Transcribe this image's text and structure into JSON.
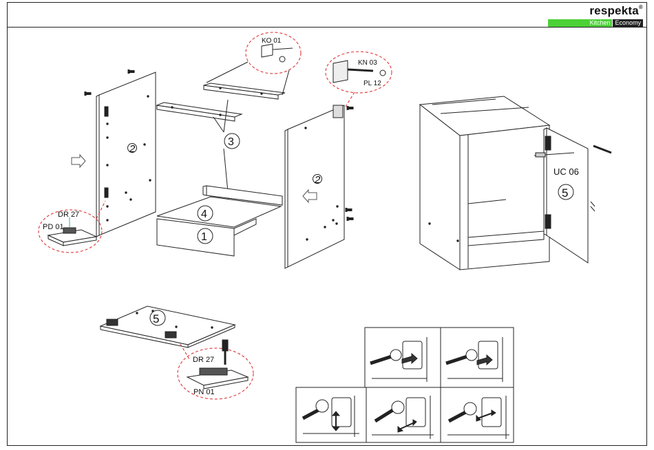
{
  "brand": {
    "name": "respekta",
    "reg_mark": "®",
    "tagline_left": "Kitchen",
    "tagline_right": "Economy",
    "colors": {
      "kitchen": "#4cd137",
      "economy": "#222222"
    }
  },
  "callouts": {
    "ko": "KO 01",
    "kn": "KN 03",
    "pl": "PL 12",
    "dr_top": "DR 27",
    "pd": "PD 01",
    "dr_bottom": "DR 27",
    "pn": "PN 01",
    "uc": "UC 06"
  },
  "part_numbers": {
    "side_left": "2",
    "side_right": "2",
    "rails": "3",
    "shelf": "4",
    "bottom": "1",
    "door_flat": "5",
    "door_assembled": "5"
  },
  "hinge_steps": {
    "count": 5,
    "icons": [
      "screwdriver-icon",
      "screwdriver-icon",
      "screwdriver-icon",
      "screwdriver-icon",
      "screwdriver-icon"
    ]
  }
}
